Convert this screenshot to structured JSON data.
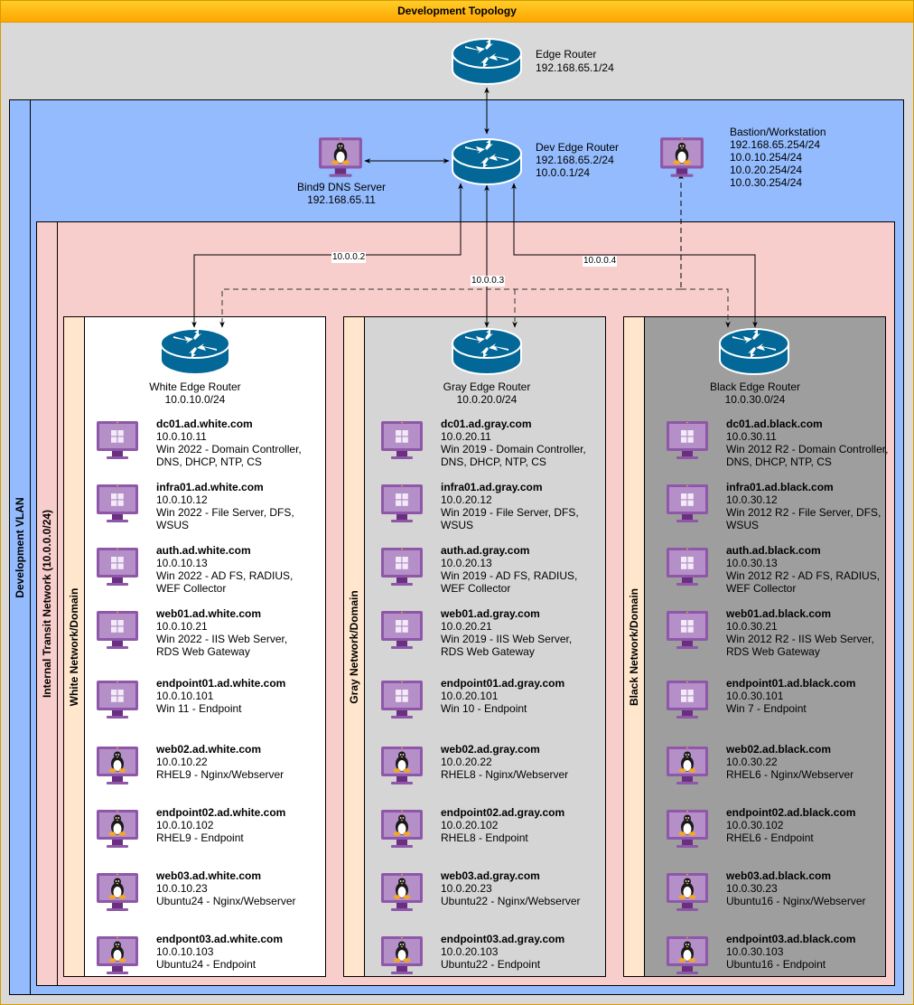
{
  "title": "Development Topology",
  "containers": {
    "vlan_label": "Development VLAN",
    "transit_label": "Internal Transit Network (10.0.0.0/24)"
  },
  "core": {
    "edge_router": {
      "name": "Edge Router",
      "ip": "192.168.65.1/24"
    },
    "dev_edge_router": {
      "name": "Dev Edge Router",
      "ip1": "192.168.65.2/24",
      "ip2": "10.0.0.1/24"
    },
    "dns_server": {
      "name": "Bind9 DNS Server",
      "ip": "192.168.65.11"
    },
    "bastion": {
      "name": "Bastion/Workstation",
      "ips": [
        "192.168.65.254/24",
        "10.0.10.254/24",
        "10.0.20.254/24",
        "10.0.30.254/24"
      ]
    }
  },
  "links": {
    "white": "10.0.0.2",
    "gray": "10.0.0.3",
    "black": "10.0.0.4"
  },
  "colors": {
    "title_bar": "#ffb70f",
    "vlan": "#93bbfd",
    "transit": "#f8cecc",
    "domain_strip": "#ffe6cc",
    "white_domain": "#ffffff",
    "gray_domain": "#d5d5d5",
    "black_domain": "#9e9e9e",
    "router": "#036897",
    "monitor": "#9b59b6"
  },
  "domains": [
    {
      "label": "White Network/Domain",
      "router": {
        "name": "White Edge Router",
        "subnet": "10.0.10.0/24"
      },
      "hosts": [
        {
          "os": "windows",
          "name": "dc01.ad.white.com",
          "ip": "10.0.10.11",
          "desc1": "Win 2022 - Domain Controller,",
          "desc2": "DNS, DHCP, NTP, CS"
        },
        {
          "os": "windows",
          "name": "infra01.ad.white.com",
          "ip": "10.0.10.12",
          "desc1": "Win 2022 - File Server, DFS,",
          "desc2": "WSUS"
        },
        {
          "os": "windows",
          "name": "auth.ad.white.com",
          "ip": "10.0.10.13",
          "desc1": "Win 2022 - AD FS, RADIUS,",
          "desc2": "WEF Collector"
        },
        {
          "os": "windows",
          "name": "web01.ad.white.com",
          "ip": "10.0.10.21",
          "desc1": "Win 2022 - IIS Web Server,",
          "desc2": "RDS Web Gateway"
        },
        {
          "os": "windows",
          "name": "endpoint01.ad.white.com",
          "ip": "10.0.10.101",
          "desc1": "Win 11 - Endpoint",
          "desc2": ""
        },
        {
          "os": "linux",
          "name": "web02.ad.white.com",
          "ip": "10.0.10.22",
          "desc1": "RHEL9 - Nginx/Webserver",
          "desc2": ""
        },
        {
          "os": "linux",
          "name": "endpoint02.ad.white.com",
          "ip": "10.0.10.102",
          "desc1": "RHEL9 - Endpoint",
          "desc2": ""
        },
        {
          "os": "linux",
          "name": "web03.ad.white.com",
          "ip": "10.0.10.23",
          "desc1": "Ubuntu24 - Nginx/Webserver",
          "desc2": ""
        },
        {
          "os": "linux",
          "name": "endpont03.ad.white.com",
          "ip": "10.0.10.103",
          "desc1": "Ubuntu24 - Endpoint",
          "desc2": ""
        }
      ]
    },
    {
      "label": "Gray Network/Domain",
      "router": {
        "name": "Gray Edge Router",
        "subnet": "10.0.20.0/24"
      },
      "hosts": [
        {
          "os": "windows",
          "name": "dc01.ad.gray.com",
          "ip": "10.0.20.11",
          "desc1": "Win 2019 - Domain Controller,",
          "desc2": "DNS, DHCP, NTP, CS"
        },
        {
          "os": "windows",
          "name": "infra01.ad.gray.com",
          "ip": "10.0.20.12",
          "desc1": "Win 2019 - File Server, DFS,",
          "desc2": "WSUS"
        },
        {
          "os": "windows",
          "name": "auth.ad.gray.com",
          "ip": "10.0.20.13",
          "desc1": "Win 2019 - AD FS, RADIUS,",
          "desc2": "WEF Collector"
        },
        {
          "os": "windows",
          "name": "web01.ad.gray.com",
          "ip": "10.0.20.21",
          "desc1": "Win 2019 - IIS Web Server,",
          "desc2": "RDS Web Gateway"
        },
        {
          "os": "windows",
          "name": "endpoint01.ad.gray.com",
          "ip": "10.0.20.101",
          "desc1": "Win 10 - Endpoint",
          "desc2": ""
        },
        {
          "os": "linux",
          "name": "web02.ad.gray.com",
          "ip": "10.0.20.22",
          "desc1": "RHEL8 - Nginx/Webserver",
          "desc2": ""
        },
        {
          "os": "linux",
          "name": "endpoint02.ad.gray.com",
          "ip": "10.0.20.102",
          "desc1": "RHEL8 - Endpoint",
          "desc2": ""
        },
        {
          "os": "linux",
          "name": "web03.ad.gray.com",
          "ip": "10.0.20.23",
          "desc1": "Ubuntu22 - Nginx/Webserver",
          "desc2": ""
        },
        {
          "os": "linux",
          "name": "endpoint03.ad.gray.com",
          "ip": "10.0.20.103",
          "desc1": "Ubuntu22 - Endpoint",
          "desc2": ""
        }
      ]
    },
    {
      "label": "Black Network/Domain",
      "router": {
        "name": "Black Edge Router",
        "subnet": "10.0.30.0/24"
      },
      "hosts": [
        {
          "os": "windows",
          "name": "dc01.ad.black.com",
          "ip": "10.0.30.11",
          "desc1": "Win 2012 R2 - Domain Controller,",
          "desc2": "DNS, DHCP, NTP, CS"
        },
        {
          "os": "windows",
          "name": "infra01.ad.black.com",
          "ip": "10.0.30.12",
          "desc1": "Win 2012 R2 - File Server, DFS,",
          "desc2": "WSUS"
        },
        {
          "os": "windows",
          "name": "auth.ad.black.com",
          "ip": "10.0.30.13",
          "desc1": "Win 2012 R2 - AD FS, RADIUS,",
          "desc2": "WEF Collector"
        },
        {
          "os": "windows",
          "name": "web01.ad.black.com",
          "ip": "10.0.30.21",
          "desc1": "Win 2012 R2 - IIS Web Server,",
          "desc2": "RDS Web Gateway"
        },
        {
          "os": "windows",
          "name": "endpoint01.ad.black.com",
          "ip": "10.0.30.101",
          "desc1": "Win 7 - Endpoint",
          "desc2": ""
        },
        {
          "os": "linux",
          "name": "web02.ad.black.com",
          "ip": "10.0.30.22",
          "desc1": "RHEL6 - Nginx/Webserver",
          "desc2": ""
        },
        {
          "os": "linux",
          "name": "endpoint02.ad.black.com",
          "ip": "10.0.30.102",
          "desc1": "RHEL6 - Endpoint",
          "desc2": ""
        },
        {
          "os": "linux",
          "name": "web03.ad.black.com",
          "ip": "10.0.30.23",
          "desc1": "Ubuntu16 - Nginx/Webserver",
          "desc2": ""
        },
        {
          "os": "linux",
          "name": "endpoint03.ad.black.com",
          "ip": "10.0.30.103",
          "desc1": "Ubuntu16 - Endpoint",
          "desc2": ""
        }
      ]
    }
  ]
}
